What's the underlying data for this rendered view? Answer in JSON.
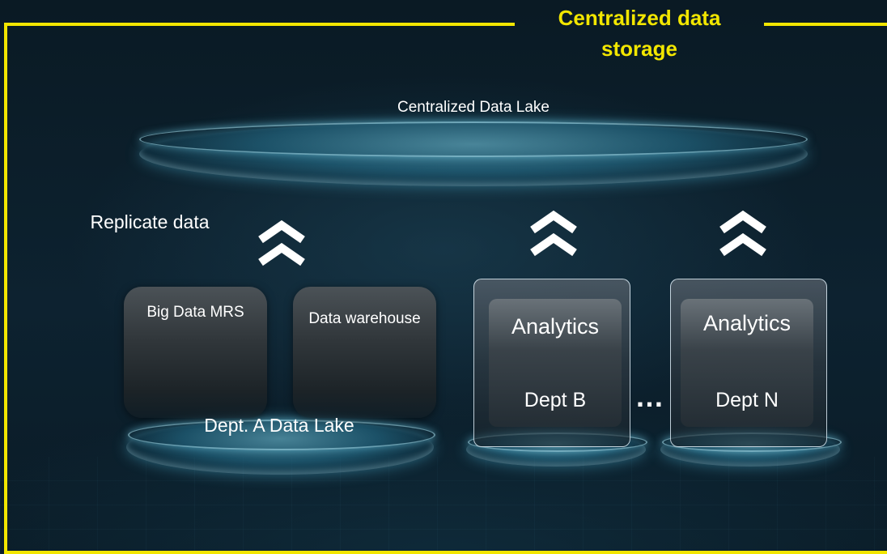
{
  "frame": {
    "title": "Centralized data storage",
    "border_color": "#f2e600"
  },
  "central_lake": {
    "label": "Centralized Data Lake"
  },
  "replicate": {
    "label": "Replicate data"
  },
  "dept_a": {
    "lake_label": "Dept. A Data Lake",
    "components": [
      {
        "label": "Big Data MRS"
      },
      {
        "label": "Data warehouse"
      }
    ]
  },
  "dept_b": {
    "analytics_label": "Analytics",
    "dept_label": "Dept B"
  },
  "ellipsis": "…",
  "dept_n": {
    "analytics_label": "Analytics",
    "dept_label": "Dept N"
  },
  "icons": {
    "upward_arrow": "double-chevron-up-icon"
  },
  "colors": {
    "accent_yellow": "#f2e600",
    "disk_glow": "#5fbfe0",
    "background": "#0b1c26"
  }
}
